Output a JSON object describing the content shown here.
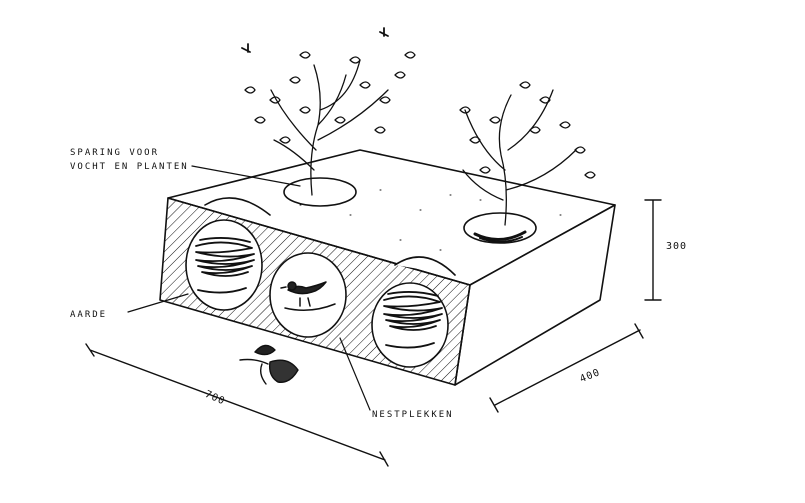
{
  "labels": {
    "sparing": "SPARING VOOR VOCHT EN PLANTEN",
    "aarde": "AARDE",
    "nestplekken": "NESTPLEKKEN",
    "dim_height": "300",
    "dim_depth": "400",
    "dim_width": "700"
  },
  "colors": {
    "ink": "#111111",
    "paper": "#ffffff"
  }
}
